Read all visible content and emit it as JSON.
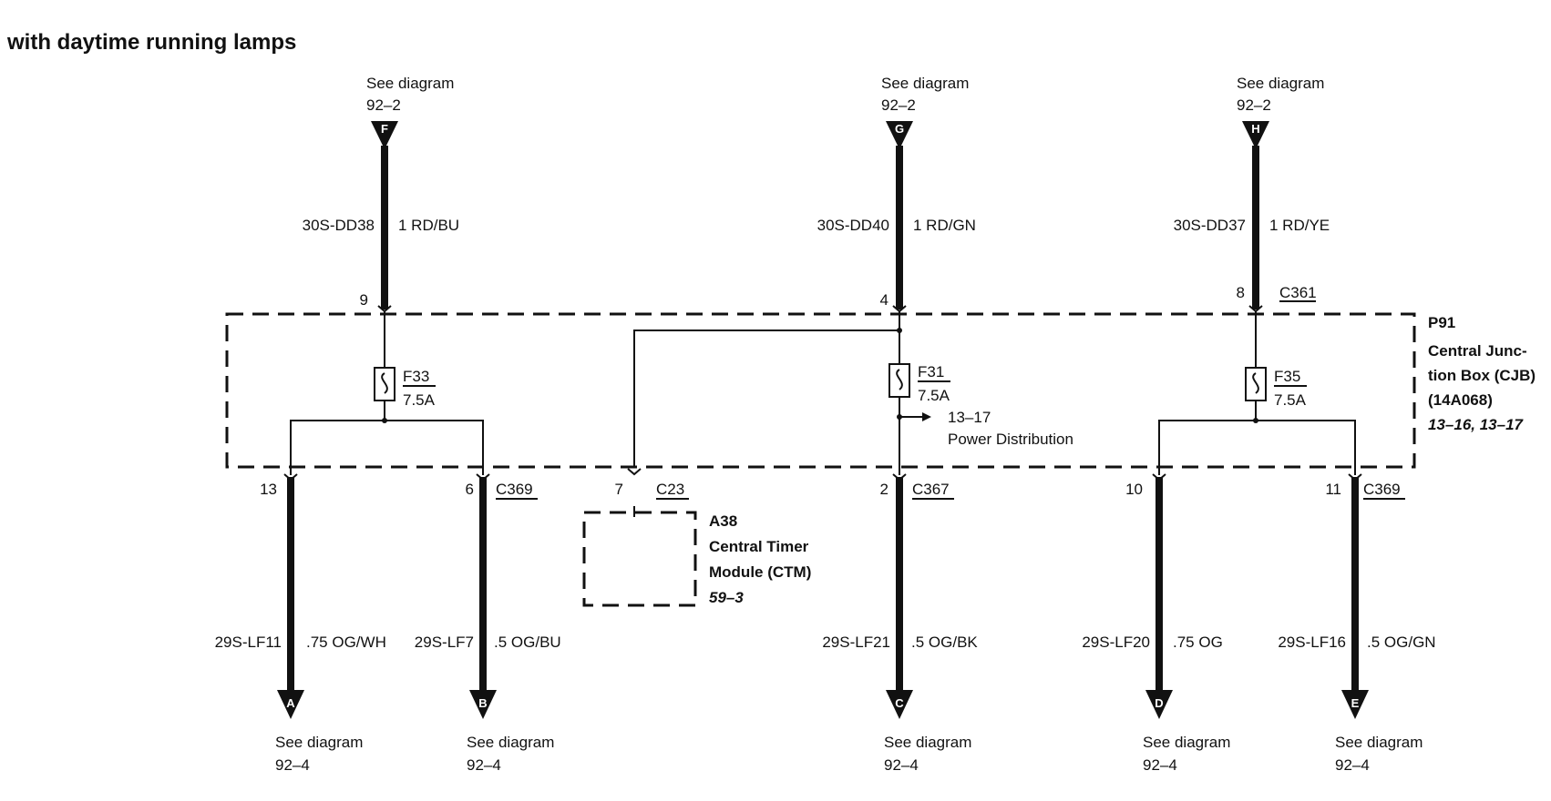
{
  "title": "with daytime running lamps",
  "ref_top": {
    "see": "See diagram",
    "page": "92–2"
  },
  "ref_bottom": {
    "see": "See diagram",
    "page": "92–4"
  },
  "connectors": {
    "F": "F",
    "G": "G",
    "H": "H",
    "A": "A",
    "B": "B",
    "C": "C",
    "D": "D",
    "E": "E"
  },
  "wires_top": [
    {
      "circuit": "30S-DD38",
      "spec": "1 RD/BU",
      "pin": "9"
    },
    {
      "circuit": "30S-DD40",
      "spec": "1 RD/GN",
      "pin": "4"
    },
    {
      "circuit": "30S-DD37",
      "spec": "1 RD/YE",
      "pin": "8"
    }
  ],
  "c361": "C361",
  "fuses": [
    {
      "name": "F33",
      "rating": "7.5A"
    },
    {
      "name": "F31",
      "rating": "7.5A"
    },
    {
      "name": "F35",
      "rating": "7.5A"
    }
  ],
  "power_dist": {
    "page": "13–17",
    "label": "Power Distribution"
  },
  "cjb": {
    "id": "P91",
    "line1": "Central Junc-",
    "line2": "tion Box (CJB)",
    "line3": "(14A068)",
    "pages": "13–16, 13–17"
  },
  "ctm": {
    "pin": "7",
    "connector": "C23",
    "id": "A38",
    "line1": "Central Timer",
    "line2": "Module (CTM)",
    "page": "59–3"
  },
  "wires_bottom": [
    {
      "pin": "13",
      "circuit": "29S-LF11",
      "spec": ".75 OG/WH"
    },
    {
      "pin": "6",
      "circuit": "29S-LF7",
      "spec": ".5 OG/BU",
      "connector": "C369"
    },
    {
      "pin": "2",
      "circuit": "29S-LF21",
      "spec": ".5 OG/BK",
      "connector": "C367"
    },
    {
      "pin": "10",
      "circuit": "29S-LF20",
      "spec": ".75 OG"
    },
    {
      "pin": "11",
      "circuit": "29S-LF16",
      "spec": ".5 OG/GN",
      "connector": "C369"
    }
  ]
}
